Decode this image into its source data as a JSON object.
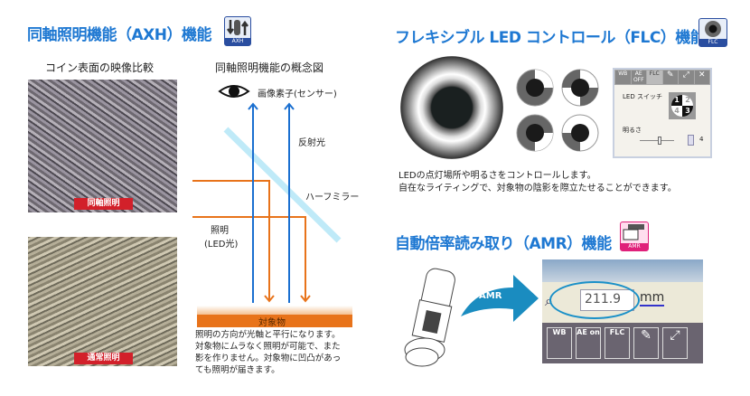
{
  "axh": {
    "title": "同軸照明機能（AXH）機能",
    "icon_label": "AXH",
    "compare_heading": "コイン表面の映像比較",
    "concept_heading": "同軸照明機能の概念図",
    "photo_coaxial_label": "同軸照明",
    "photo_normal_label": "通常照明",
    "sensor_label": "画像素子(センサー)",
    "reflected_label": "反射光",
    "half_mirror_label": "ハーフミラー",
    "light_label_1": "照明",
    "light_label_2": "(LED光)",
    "object_label": "対象物",
    "description": [
      "照明の方向が光軸と平行になります。",
      "対象物にムラなく照明が可能で、また",
      "影を作りません。対象物に凹凸があっ",
      "ても照明が届きます。"
    ]
  },
  "flc": {
    "title": "フレキシブル LED コントロール（FLC）機能",
    "icon_label": "FLC",
    "panel": {
      "toolbar": [
        "WB",
        "AE OFF",
        "FLC",
        "wrench",
        "resize",
        "close"
      ],
      "led_switch_label": "LED スイッチ",
      "quadrants": [
        "1",
        "2",
        "4",
        "3"
      ],
      "brightness_label": "明るさ",
      "brightness_value": "4"
    },
    "description": [
      "LEDの点灯場所や明るさをコントロールします。",
      "自在なライティングで、対象物の陰影を際立たせることができます。"
    ]
  },
  "amr": {
    "title": "自動倍率読み取り（AMR）機能",
    "icon_label": "AMR",
    "arrow_label": "AMR",
    "magnification_value": "211.9",
    "unit": "mm",
    "toolbar": [
      "WB",
      "AE on",
      "FLC",
      "wrench",
      "resize"
    ]
  },
  "colors": {
    "title_blue": "#1e78d2",
    "orange": "#e8731a",
    "ray_blue": "#1a6fd0",
    "red_tag": "#d2202a"
  }
}
